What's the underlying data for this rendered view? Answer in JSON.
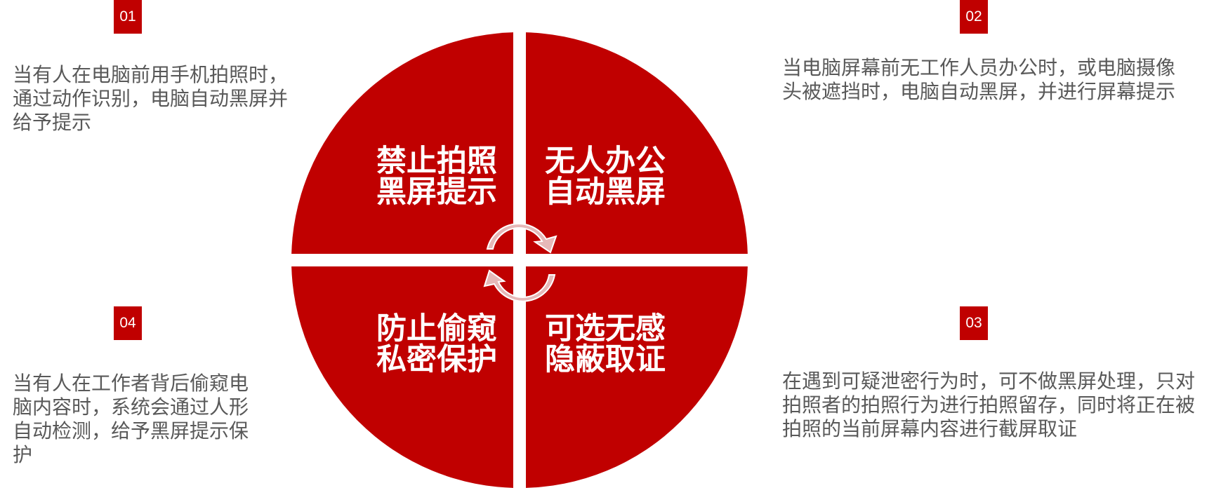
{
  "colors": {
    "accent": "#c00000",
    "arrow": "#e6b8b8",
    "text": "#595959"
  },
  "quadrants": [
    {
      "number": "01",
      "title_line1": "禁止拍照",
      "title_line2": "黑屏提示",
      "description": "当有人在电脑前用手机拍照时，通过动作识别，电脑自动黑屏并给予提示"
    },
    {
      "number": "02",
      "title_line1": "无人办公",
      "title_line2": "自动黑屏",
      "description": "当电脑屏幕前无工作人员办公时，或电脑摄像头被遮挡时，电脑自动黑屏，并进行屏幕提示"
    },
    {
      "number": "03",
      "title_line1": "可选无感",
      "title_line2": "隐蔽取证",
      "description": "在遇到可疑泄密行为时，可不做黑屏处理，只对拍照者的拍照行为进行拍照留存，同时将正在被拍照的当前屏幕内容进行截屏取证"
    },
    {
      "number": "04",
      "title_line1": "防止偷窥",
      "title_line2": "私密保护",
      "description": "当有人在工作者背后偷窥电脑内容时，系统会通过人形自动检测，给予黑屏提示保护"
    }
  ]
}
